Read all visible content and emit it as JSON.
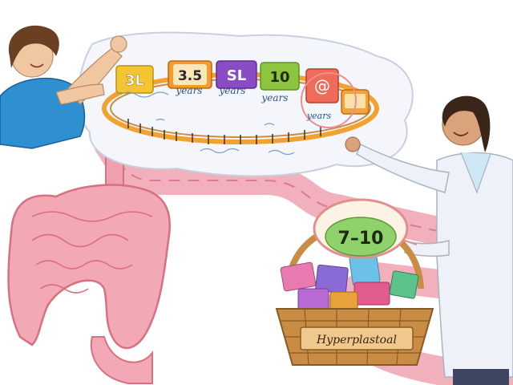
{
  "timeline": {
    "tiles": [
      {
        "label": "3L",
        "color": "#f2c531"
      },
      {
        "label": "3.5",
        "color": "#f29b2f"
      },
      {
        "label": "SL",
        "color": "#8a4cc4"
      },
      {
        "label": "10",
        "color": "#8cc63f"
      },
      {
        "label": "",
        "color": "#ef6b5a"
      },
      {
        "label": "",
        "color": "#f6a23a"
      }
    ],
    "captions": [
      "years",
      "years",
      "years",
      "years"
    ],
    "circled_tile_icon": "at-symbol-icon"
  },
  "basket": {
    "callout_value": "7–10",
    "sign_label": "Hyperplastoal",
    "block_colors": [
      "#e87ab0",
      "#8a6bd6",
      "#6cc1e8",
      "#e25c8e",
      "#5bc38a",
      "#b86ad4",
      "#e8a23a"
    ]
  },
  "colors": {
    "intestine": "#f3a8b6",
    "intestine_outline": "#d8707f",
    "path": "#f2b0bd",
    "basket": "#c98c45",
    "callout": "#8fd16a",
    "scrubs": "#2e8fd1",
    "coat": "#eef2f8"
  }
}
